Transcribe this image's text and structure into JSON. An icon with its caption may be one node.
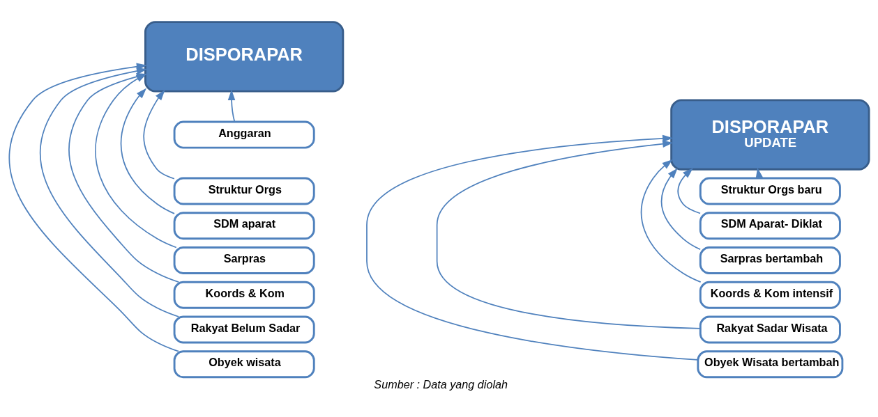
{
  "diagram": {
    "caption": "Sumber : Data yang diolah",
    "nodes": [
      {
        "text": [
          "DISPORAPAR"
        ]
      },
      {
        "text": [
          "Anggaran"
        ]
      },
      {
        "text": [
          "Struktur Orgs"
        ]
      },
      {
        "text": [
          "SDM aparat"
        ]
      },
      {
        "text": [
          "Sarpras"
        ]
      },
      {
        "text": [
          "Koords & Kom"
        ]
      },
      {
        "text": [
          "Rakyat Belum Sadar"
        ]
      },
      {
        "text": [
          "Obyek wisata"
        ]
      },
      {
        "text": [
          "DISPORAPAR",
          "UPDATE"
        ]
      },
      {
        "text": [
          "Struktur Orgs baru"
        ]
      },
      {
        "text": [
          "SDM Aparat- Diklat"
        ]
      },
      {
        "text": [
          "Sarpras bertambah"
        ]
      },
      {
        "text": [
          "Koords & Kom intensif"
        ]
      },
      {
        "text": [
          "Rakyat Sadar Wisata"
        ]
      },
      {
        "text": [
          "Obyek Wisata bertambah"
        ]
      }
    ],
    "edges": [
      {
        "from": 1,
        "to": 0,
        "arrow": "to"
      },
      {
        "from": 2,
        "to": 0,
        "arrow": "to"
      },
      {
        "from": 3,
        "to": 0,
        "arrow": "to"
      },
      {
        "from": 4,
        "to": 0,
        "arrow": "to"
      },
      {
        "from": 5,
        "to": 0,
        "arrow": "to"
      },
      {
        "from": 6,
        "to": 0,
        "arrow": "to"
      },
      {
        "from": 7,
        "to": 0,
        "arrow": "to"
      },
      {
        "from": 9,
        "to": 8,
        "arrow": "to"
      },
      {
        "from": 10,
        "to": 8,
        "arrow": "to"
      },
      {
        "from": 11,
        "to": 8,
        "arrow": "to"
      },
      {
        "from": 12,
        "to": 8,
        "arrow": "to"
      },
      {
        "from": 13,
        "to": 8,
        "arrow": "to"
      },
      {
        "from": 14,
        "to": 8,
        "arrow": "to"
      }
    ]
  }
}
